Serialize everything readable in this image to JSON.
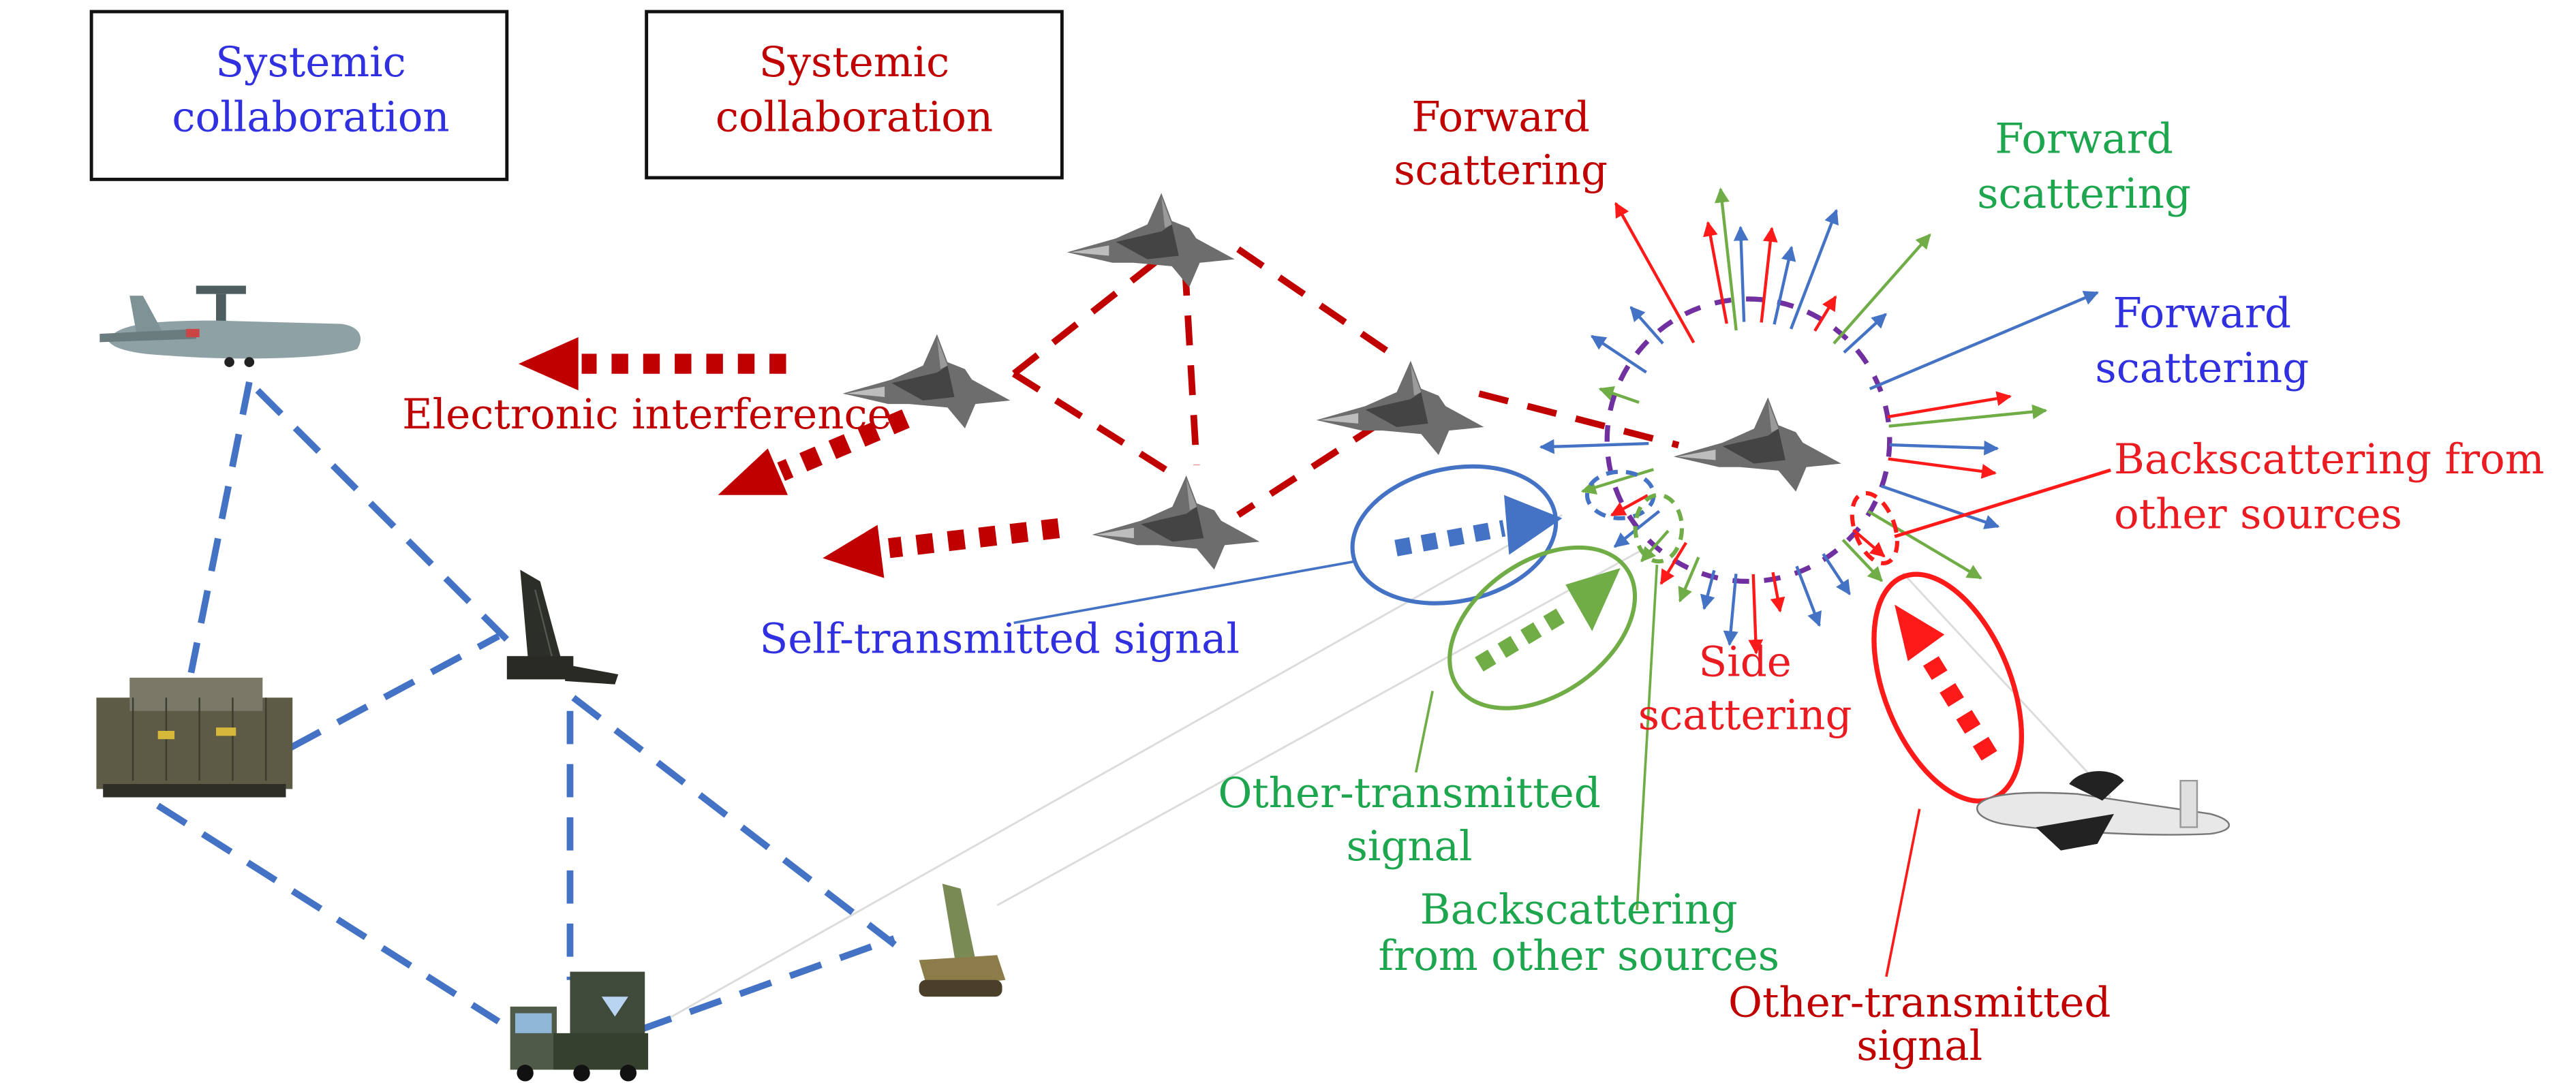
{
  "colors": {
    "blue_text": "#3030e0",
    "dark_red": "#c00000",
    "bright_red": "#ea1c22",
    "green_text": "#1ea64f",
    "blue_line": "#4472c4",
    "green_line": "#70ad47",
    "red_line": "#ff1a1a",
    "purple": "#7030a0"
  },
  "boxes": [
    {
      "line1": "Systemic",
      "line2": "collaboration",
      "side": "defense"
    },
    {
      "line1": "Systemic",
      "line2": "collaboration",
      "side": "attack"
    }
  ],
  "labels": {
    "electronic_interference": "Electronic interference",
    "self_transmitted": "Self-transmitted signal",
    "forward_red": {
      "line1": "Forward",
      "line2": "scattering"
    },
    "forward_green": {
      "line1": "Forward",
      "line2": "scattering"
    },
    "forward_blue": {
      "line1": "Forward",
      "line2": "scattering"
    },
    "backscatter_red": {
      "line1": "Backscattering from",
      "line2": "other sources"
    },
    "side_scattering": {
      "line1": "Side",
      "line2": "scattering"
    },
    "other_transmitted_green": {
      "line1": "Other-transmitted",
      "line2": "signal"
    },
    "backscatter_green": {
      "line1": "Backscattering",
      "line2": "from other sources"
    },
    "other_transmitted_red": {
      "line1": "Other-transmitted",
      "line2": "signal"
    }
  },
  "icons": {
    "awacs_left": "awacs-aircraft-icon",
    "radar_shelter": "radar-shelter-icon",
    "radar_antenna": "radar-antenna-icon",
    "radar_truck": "radar-truck-icon",
    "radar_tracked": "tracked-radar-vehicle-icon",
    "stealth_fighter": "stealth-fighter-icon",
    "awacs_right": "awacs-aircraft-icon"
  }
}
